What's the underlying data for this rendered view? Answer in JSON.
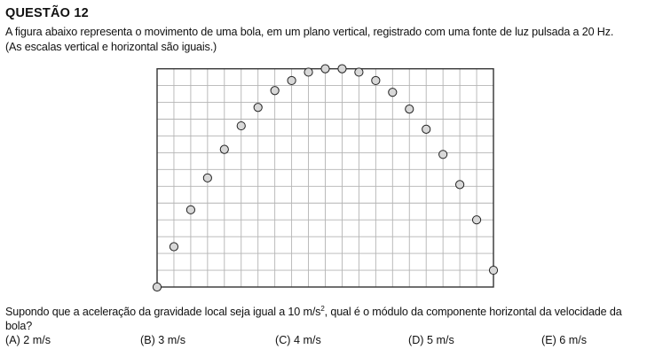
{
  "question": {
    "title": "QUESTÃO 12",
    "intro_line1": "A figura abaixo representa o movimento de uma bola, em um plano vertical, registrado com uma fonte de luz pulsada a 20 Hz.",
    "intro_line2": "(As escalas vertical e horizontal são iguais.)",
    "prompt_before_exponent": "Supondo que a aceleração da gravidade local seja igual a 10 m/s",
    "prompt_exponent": "2",
    "prompt_after_exponent": ", qual é o módulo da componente horizontal da velocidade da bola?",
    "options": [
      {
        "label": "(A) 2 m/s"
      },
      {
        "label": "(B) 3 m/s"
      },
      {
        "label": "(C) 4 m/s"
      },
      {
        "label": "(D) 5 m/s"
      },
      {
        "label": "(E) 6 m/s"
      }
    ]
  },
  "figure": {
    "grid_columns": 20,
    "grid_rows": 13,
    "ball_positions_in_grid_squares": [
      [
        0,
        0
      ],
      [
        1,
        2.4
      ],
      [
        2,
        4.6
      ],
      [
        3,
        6.5
      ],
      [
        4,
        8.2
      ],
      [
        5,
        9.6
      ],
      [
        6,
        10.7
      ],
      [
        7,
        11.7
      ],
      [
        8,
        12.3
      ],
      [
        9,
        12.8
      ],
      [
        10,
        13.0
      ],
      [
        11,
        13.0
      ],
      [
        12,
        12.8
      ],
      [
        13,
        12.3
      ],
      [
        14,
        11.6
      ],
      [
        15,
        10.6
      ],
      [
        16,
        9.4
      ],
      [
        17,
        7.9
      ],
      [
        18,
        6.1
      ],
      [
        19,
        4.0
      ],
      [
        20,
        1.0
      ]
    ],
    "colors": {
      "grid_line": "#b4b4b4",
      "frame": "#333333",
      "ball_fill": "#d8d8d8",
      "ball_stroke": "#222222"
    }
  }
}
